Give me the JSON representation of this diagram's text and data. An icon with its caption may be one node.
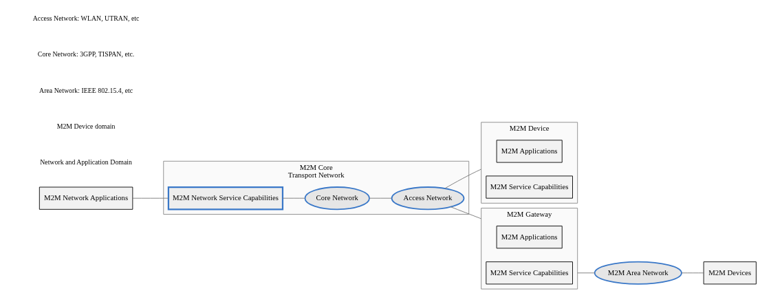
{
  "diagram": {
    "nodes": [
      {
        "text": [
          "M2M Network Applications"
        ]
      },
      {
        "text": [
          "M2M Core",
          "Transport Network"
        ]
      },
      {
        "text": [
          "M2M Network Service Capabilities"
        ],
        "in": 1
      },
      {
        "text": [
          "Core Network"
        ],
        "in": 1
      },
      {
        "text": [
          "Access Network"
        ],
        "in": 1
      },
      {
        "text": [
          "M2M Device"
        ]
      },
      {
        "text": [
          "M2M Applications"
        ],
        "in": 5
      },
      {
        "text": [
          "M2M Service Capabilities"
        ],
        "in": 5
      },
      {
        "text": [
          "M2M Gateway"
        ]
      },
      {
        "text": [
          "M2M Applications"
        ],
        "in": 8
      },
      {
        "text": [
          "M2M Service Capabilities"
        ],
        "in": 8
      },
      {
        "text": [
          "M2M Area Network"
        ]
      },
      {
        "text": [
          "M2M Devices"
        ]
      }
    ],
    "edges": [
      {
        "from": 0,
        "to": 2,
        "arrow": "none"
      },
      {
        "from": 2,
        "to": 3,
        "arrow": "none"
      },
      {
        "from": 3,
        "to": 4,
        "arrow": "none"
      },
      {
        "from": 4,
        "to": 5,
        "arrow": "none"
      },
      {
        "from": 4,
        "to": 8,
        "arrow": "none"
      },
      {
        "from": 8,
        "to": 11,
        "arrow": "none"
      },
      {
        "from": 11,
        "to": 12,
        "arrow": "none"
      }
    ],
    "labels": [
      "Network and Application Domain",
      "M2M Device domain",
      "Area Network: IEEE 802.15.4, etc",
      "Core Network: 3GPP, TISPAN, etc.",
      "Access Network: WLAN, UTRAN, etc"
    ]
  }
}
